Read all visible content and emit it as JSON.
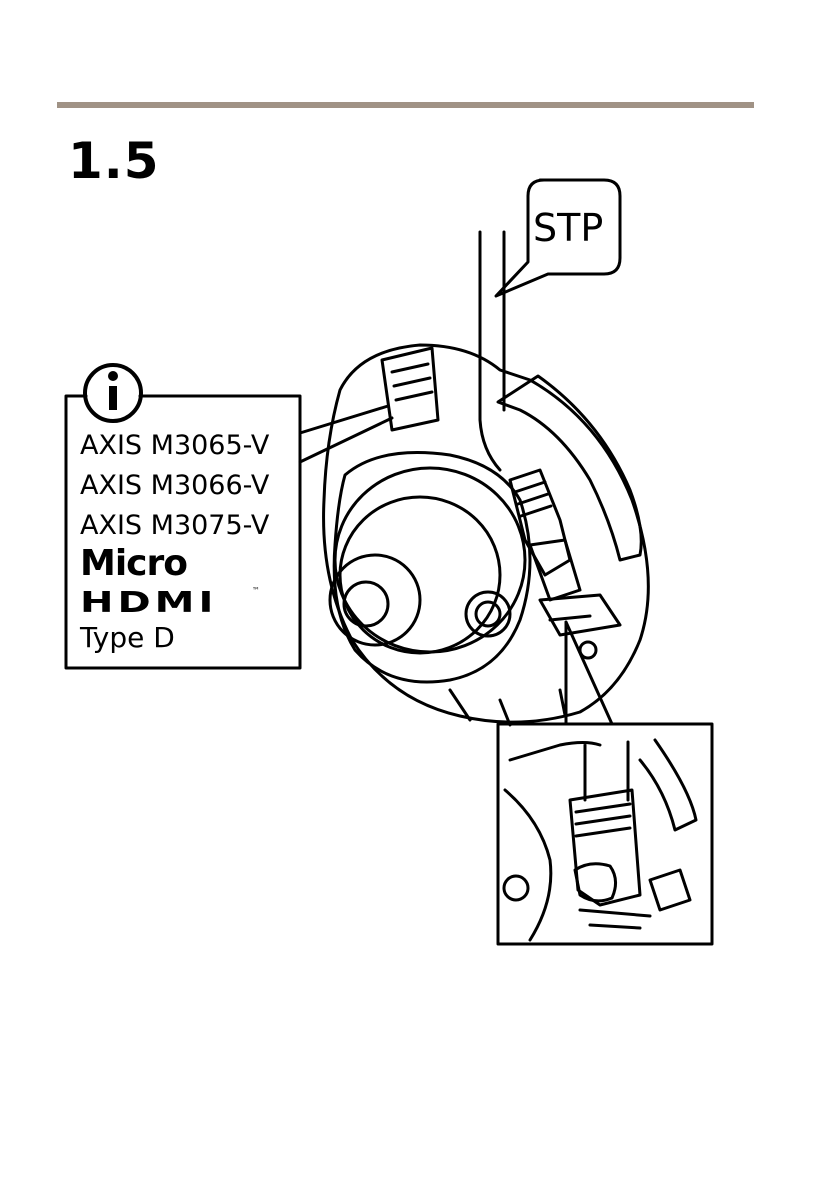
{
  "step": {
    "number": "1.5"
  },
  "info_panel": {
    "icon": "info-icon",
    "models": [
      "AXIS M3065-V",
      "AXIS M3066-V",
      "AXIS M3075-V"
    ],
    "logo_micro": "Micro",
    "logo_hdmi": "HDMI",
    "logo_tm": "™",
    "connector_type": "Type D"
  },
  "callout": {
    "label": "STP"
  },
  "colors": {
    "rule": "#a09285",
    "line": "#000000"
  }
}
